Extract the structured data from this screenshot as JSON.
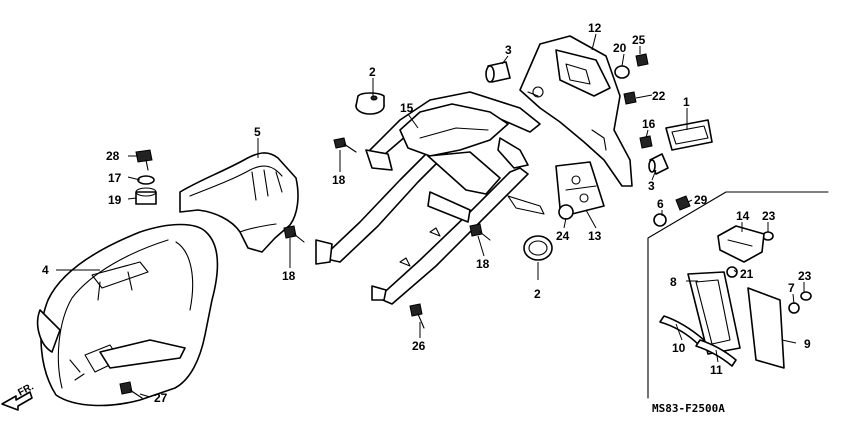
{
  "diagram": {
    "code": "MS83-F2500A",
    "direction_label": "FR.",
    "callouts": [
      "1",
      "2",
      "2",
      "3",
      "3",
      "4",
      "5",
      "6",
      "7",
      "8",
      "9",
      "10",
      "11",
      "12",
      "13",
      "14",
      "15",
      "16",
      "17",
      "18",
      "18",
      "18",
      "19",
      "20",
      "21",
      "22",
      "23",
      "23",
      "24",
      "25",
      "26",
      "27",
      "28",
      "29"
    ]
  }
}
